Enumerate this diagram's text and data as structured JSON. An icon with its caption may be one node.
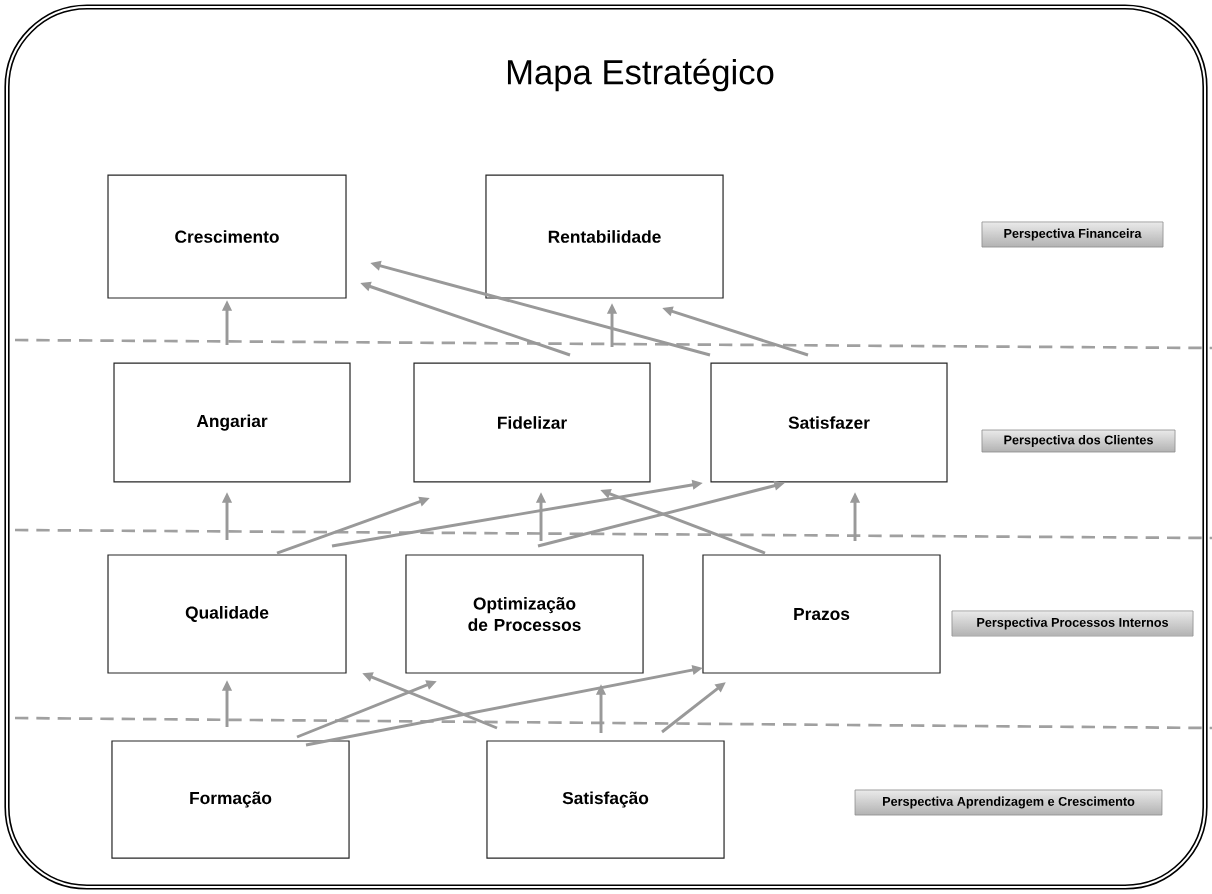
{
  "diagram": {
    "title": "Mapa Estratégico",
    "nodes": [
      {
        "text": [
          "Crescimento"
        ]
      },
      {
        "text": [
          "Rentabilidade"
        ]
      },
      {
        "text": [
          "Angariar"
        ]
      },
      {
        "text": [
          "Fidelizar"
        ]
      },
      {
        "text": [
          "Satisfazer"
        ]
      },
      {
        "text": [
          "Qualidade"
        ]
      },
      {
        "text": [
          "Optimização de Processos"
        ]
      },
      {
        "text": [
          "Prazos"
        ]
      },
      {
        "text": [
          "Formação"
        ]
      },
      {
        "text": [
          "Satisfação"
        ]
      },
      {
        "text": [
          "Perspectiva Financeira"
        ]
      },
      {
        "text": [
          "Perspectiva dos Clientes"
        ]
      },
      {
        "text": [
          "Perspectiva Processos Internos"
        ]
      },
      {
        "text": [
          "Perspectiva Aprendizagem e Crescimento"
        ]
      }
    ],
    "edges": [
      {
        "from": 2,
        "to": 0,
        "arrow": "to"
      },
      {
        "from": 3,
        "to": 0,
        "arrow": "to"
      },
      {
        "from": 4,
        "to": 0,
        "arrow": "to"
      },
      {
        "from": 3,
        "to": 1,
        "arrow": "to"
      },
      {
        "from": 4,
        "to": 1,
        "arrow": "to"
      },
      {
        "from": 5,
        "to": 2,
        "arrow": "to"
      },
      {
        "from": 5,
        "to": 3,
        "arrow": "to"
      },
      {
        "from": 5,
        "to": 4,
        "arrow": "to"
      },
      {
        "from": 6,
        "to": 3,
        "arrow": "to"
      },
      {
        "from": 6,
        "to": 4,
        "arrow": "to"
      },
      {
        "from": 7,
        "to": 3,
        "arrow": "to"
      },
      {
        "from": 7,
        "to": 4,
        "arrow": "to"
      },
      {
        "from": 8,
        "to": 5,
        "arrow": "to"
      },
      {
        "from": 8,
        "to": 6,
        "arrow": "to"
      },
      {
        "from": 8,
        "to": 7,
        "arrow": "to"
      },
      {
        "from": 9,
        "to": 5,
        "arrow": "to"
      },
      {
        "from": 9,
        "to": 6,
        "arrow": "to"
      },
      {
        "from": 9,
        "to": 7,
        "arrow": "to"
      }
    ]
  }
}
